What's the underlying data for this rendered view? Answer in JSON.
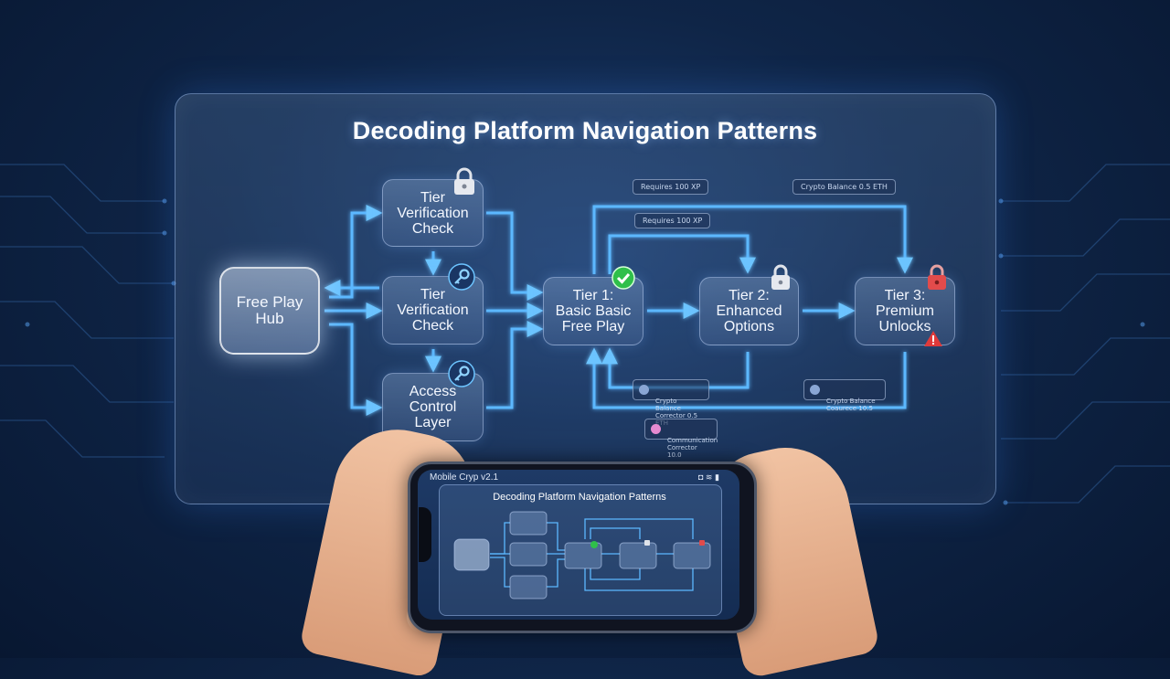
{
  "diagram": {
    "title": "Decoding Platform Navigation Patterns",
    "nodes": {
      "hub": "Free Play\nHub",
      "tier_verification_top": "Tier\nVerification\nCheck",
      "tier_verification_mid": "Tier\nVerification\nCheck",
      "access_control": "Access\nControl\nLayer",
      "tier1": "Tier 1:\nBasic Basic\nFree Play",
      "tier2": "Tier 2:\nEnhanced\nOptions",
      "tier3": "Tier 3:\nPremium\nUnlocks"
    },
    "labels": {
      "requires_xp_top": "Requires 100 XP",
      "crypto_balance_top": "Crypto Balance 0.5 ETH",
      "requires_xp_mid": "Requires 100 XP",
      "crypto_bottom_left": "Crypto Balance\nCorrector 0.5 ETH",
      "crypto_bottom_right": "Crypto Balance\nCoaurece 10.5",
      "bottom_center": "Communication\nCorrector 10.0"
    },
    "colors": {
      "flow": "#5cb8ff",
      "check": "#2fbf4a",
      "lock": "#d0d4dc",
      "lock_red": "#e24b4b",
      "warning": "#e03a3a"
    }
  },
  "phone": {
    "status_title": "Mobile Cryp v2.1",
    "status_icons": "◘ ≋ ▮",
    "screen_title": "Decoding Platform Navigation Patterns"
  }
}
